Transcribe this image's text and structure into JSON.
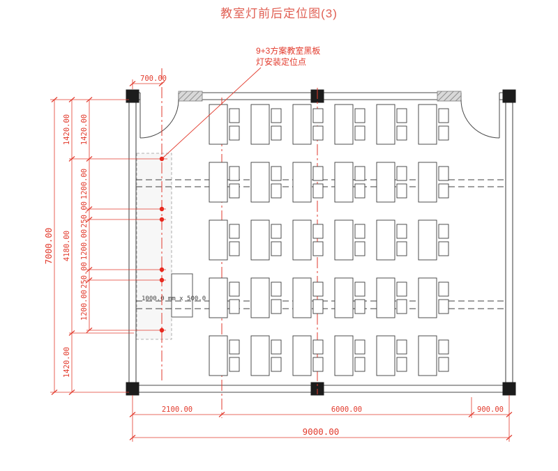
{
  "title": "教室灯前后定位图(3)",
  "callout": {
    "line1": "9+3方案教室黑板",
    "line2": "灯安装定位点"
  },
  "podium": {
    "size_label": "1000.0 mm x 500.0"
  },
  "dims": {
    "door_offset": "700.00",
    "height_total": "7000.00",
    "height_outer": [
      "1420.00",
      "4180.00",
      "1420.00"
    ],
    "height_inner": [
      "1420.00",
      "1200.00",
      "250.00",
      "1200.00",
      "250.00",
      "1200.00"
    ],
    "width_chain": [
      "2100.00",
      "6000.00",
      "900.00"
    ],
    "width_total": "9000.00"
  },
  "colors": {
    "dimension_red": "#e23a2c",
    "title_red": "#e05f53",
    "drawing_dark": "#3a3a3a"
  }
}
